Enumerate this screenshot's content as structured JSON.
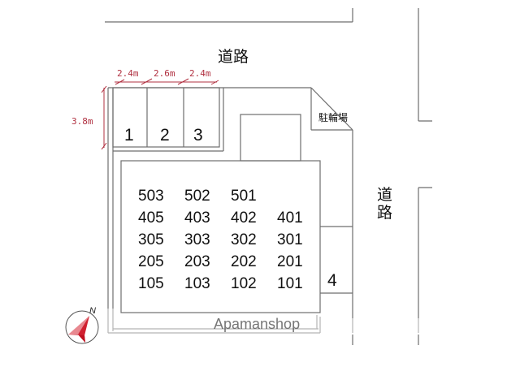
{
  "diagram": {
    "type": "site_plan",
    "roads": {
      "top_label": "道路",
      "right_label_top": "道",
      "right_label_bottom": "路"
    },
    "bicycle_parking": {
      "label": "駐輪場"
    },
    "dimensions": {
      "widths": [
        "2.4m",
        "2.6m",
        "2.4m"
      ],
      "depth": "3.8m"
    },
    "parking_slots": [
      "1",
      "2",
      "3",
      "4"
    ],
    "rooms": {
      "row5": [
        "503",
        "502",
        "501",
        ""
      ],
      "row4": [
        "405",
        "403",
        "402",
        "401"
      ],
      "row3": [
        "305",
        "303",
        "302",
        "301"
      ],
      "row2": [
        "205",
        "203",
        "202",
        "201"
      ],
      "row1": [
        "105",
        "103",
        "102",
        "101"
      ]
    },
    "compass": {
      "label": "N",
      "accent": "#e05060"
    },
    "watermark": "Apamanshop",
    "colors": {
      "line": "#6e6e6e",
      "dimension": "#b03040"
    }
  }
}
